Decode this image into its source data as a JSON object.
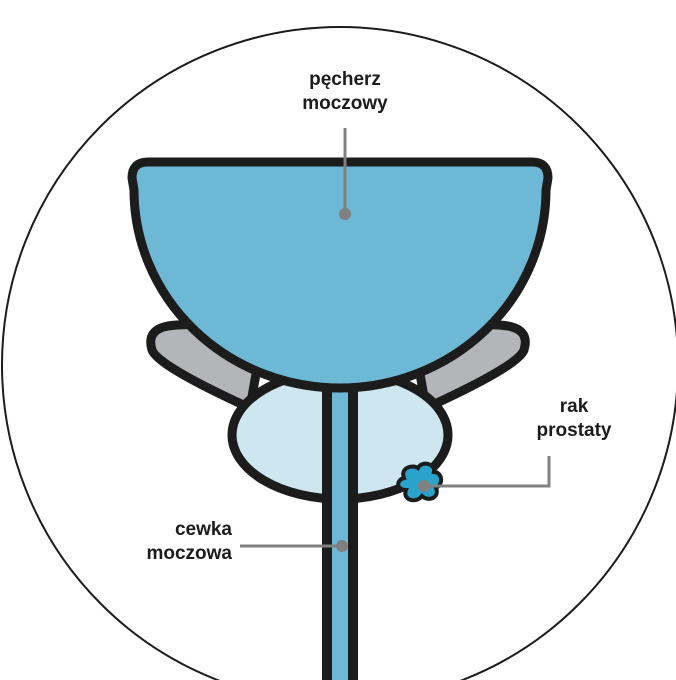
{
  "labels": {
    "bladder": [
      "pęcherz",
      "moczowy"
    ],
    "prostate_cancer": [
      "rak",
      "prostaty"
    ],
    "urethra": [
      "cewka",
      "moczowa"
    ]
  },
  "colors": {
    "outline": "#1c1c1c",
    "bladder_fill": "#6db8d4",
    "prostate_fill": "#cde6ef",
    "seminal_vesicle_fill": "#b4b5b8",
    "tumor_fill": "#2aa3cc",
    "leader_line": "#808080",
    "text": "#1c1c1c"
  }
}
